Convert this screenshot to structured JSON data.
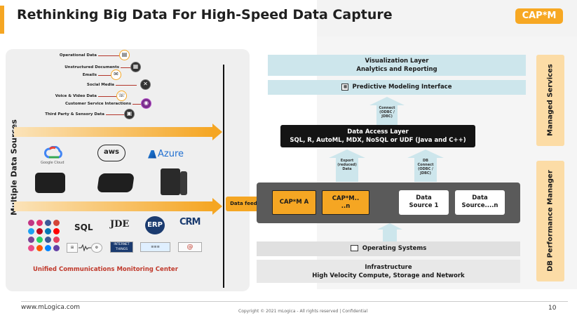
{
  "header": {
    "title": "Rethinking Big Data For High-Speed Data Capture",
    "logo": "CAP*M"
  },
  "left": {
    "vertical_label": "Multiple Data Sources",
    "sources": [
      "Operational Data",
      "Unstructured Documents",
      "Emails",
      "Social Media",
      "Voice & Video Data",
      "Customer Service Interactions",
      "Third Party & Sensory Data"
    ],
    "google_cloud": "Google Cloud",
    "aws": "aws",
    "azure": "Azure",
    "sql": "SQL",
    "jde": "JDE",
    "erp": "ERP",
    "crm": "CRM",
    "things": "INTERNET THINGS",
    "ucmc": "Unified Communications Monitoring Center"
  },
  "feeds": "Data feeds",
  "arch": {
    "vis_line1": "Visualization Layer",
    "vis_line2": "Analytics and Reporting",
    "pmi": "Predictive Modeling Interface",
    "connect_top": "Connect (ODBC / JDBC)",
    "dal_line1": "Data Access Layer",
    "dal_line2": "SQL, R, AutoML, MDX, NoSQL or UDF (Java and C++)",
    "export": "Export (reduced) Data",
    "db_connect": "DB Connect (ODBC / JDBC)",
    "cap_a": "CAP*M A",
    "cap_n_1": "CAP*M..",
    "cap_n_2": "..n",
    "ds1_1": "Data",
    "ds1_2": "Source 1",
    "dsn_1": "Data",
    "dsn_2": "Source....n",
    "os": "Operating Systems",
    "infra_1": "Infrastructure",
    "infra_2": "High Velocity Compute, Storage and Network"
  },
  "side": {
    "managed": "Managed Services",
    "dbpm": "DB Performance Manager"
  },
  "footer": {
    "url": "www.mLogica.com",
    "copyright": "Copyright © 2021 mLogica  - All rights reserved | Confidential",
    "page": "10"
  },
  "colors": {
    "accent": "#f5a623",
    "light_blue": "#cde6ec",
    "dark": "#141414",
    "engine_gray": "#5a5a5a",
    "side_peach": "#fcdca6",
    "red_label": "#c0392b"
  }
}
